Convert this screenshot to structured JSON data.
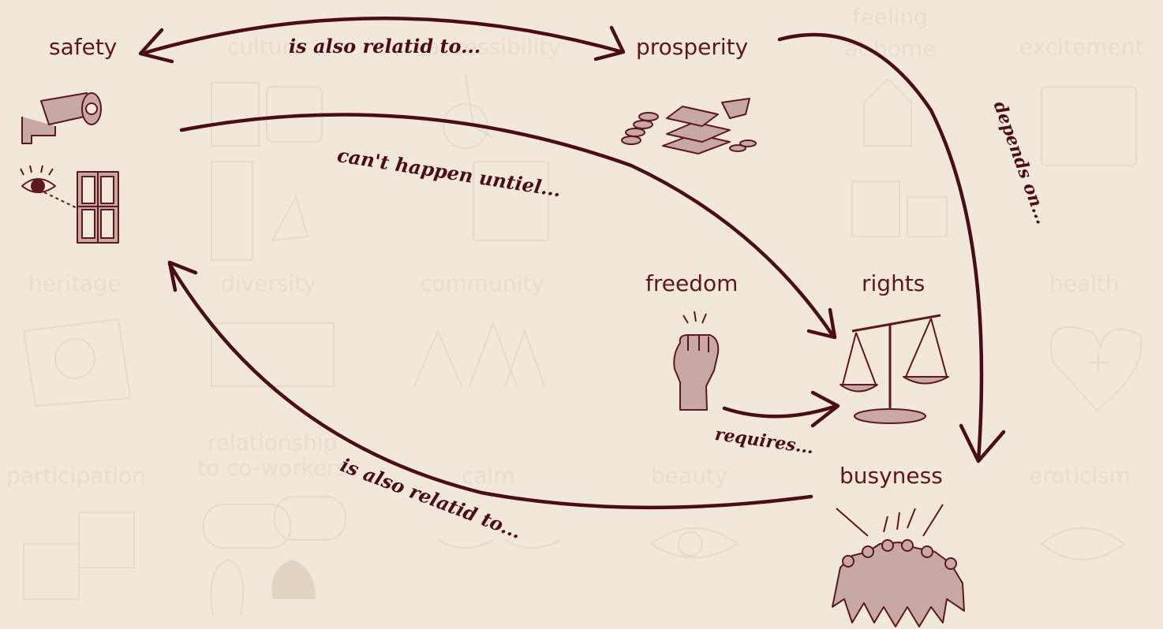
{
  "colors": {
    "background": "#f1e8db",
    "active": "#5e1620",
    "arrow": "#4a0d18",
    "faded": "#e6dccf",
    "fill": "#c7a8a4"
  },
  "nodes": {
    "safety": "safety",
    "culture": "culture",
    "accessibility": "accessibility",
    "prosperity": "prosperity",
    "feeling_at_home": "feeling\nat home",
    "excitement": "excitement",
    "heritage": "heritage",
    "diversity": "diversity",
    "community": "community",
    "freedom": "freedom",
    "rights": "rights",
    "health": "health",
    "participation": "participation",
    "relationship": "relationship\nto co-workers",
    "calm": "calm",
    "beauty": "beauty",
    "busyness": "busyness",
    "eroticism": "eroticism"
  },
  "relations": {
    "safety_prosperity": "is also relatid to...",
    "safety_rights": "can't happen untiel...",
    "prosperity_busyness": "depends on...",
    "freedom_rights": "requires...",
    "busyness_safety": "is also relatid to..."
  },
  "icons": {
    "safety": [
      "security-camera-icon",
      "eye-window-icon"
    ],
    "prosperity": "money-stack-icon",
    "freedom": "raised-fist-icon",
    "rights": "scales-icon",
    "busyness": "crowd-icon"
  }
}
